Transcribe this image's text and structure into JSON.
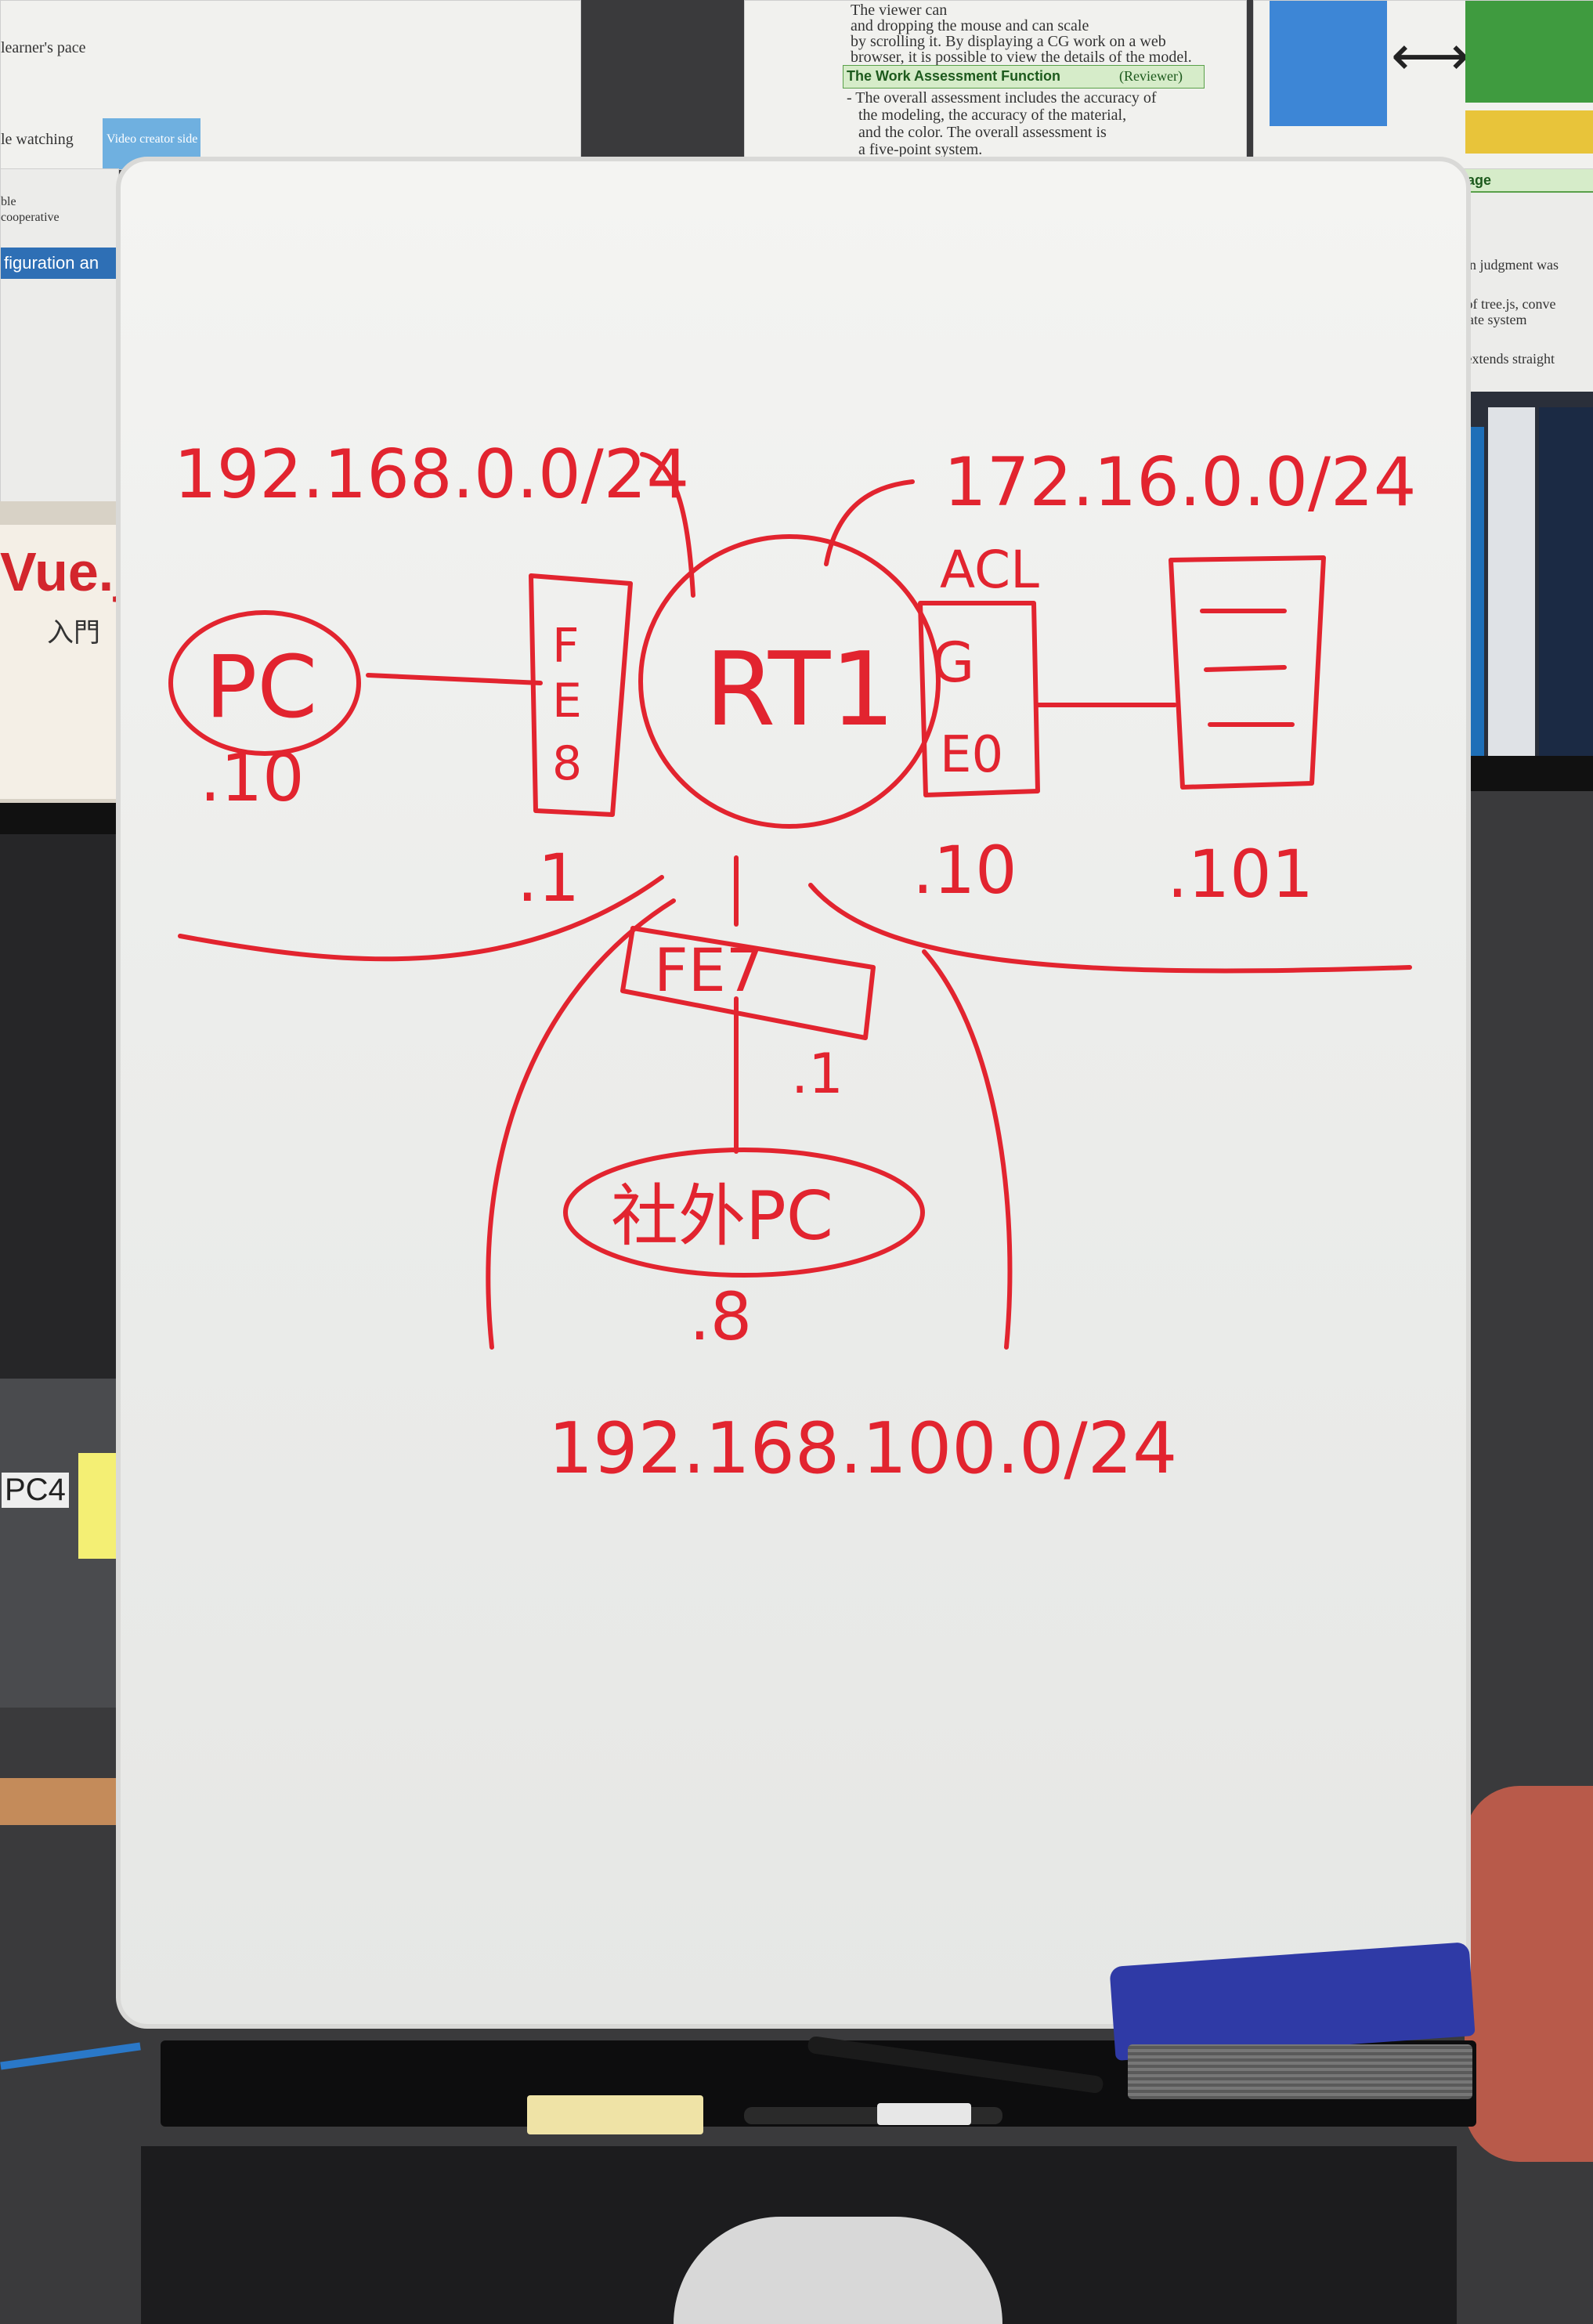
{
  "background_posters": {
    "left_fragments": [
      "learner's pace",
      "le watching",
      "ble",
      "cooperative",
      "Video creator side",
      "figuration an"
    ],
    "center_lines": [
      "The viewer can",
      "and dropping the mouse and can scale",
      "by scrolling it. By displaying a CG work on a web",
      "browser, it is possible to view the details of the model."
    ],
    "center_heading": "The Work Assessment Function",
    "center_heading_tag": "(Reviewer)",
    "center_body": [
      "- The overall assessment includes the accuracy of",
      "the modeling, the accuracy of the material,",
      "and the color. The overall assessment is",
      "a five-point system."
    ],
    "right_fragment_heading": "b Page",
    "right_fragments": [
      "lision judgment was",
      "ass of tree.js, conve",
      "rdinate system",
      "hat extends straight"
    ]
  },
  "book_label": "Vue.js",
  "book_sub": "入門",
  "sticky_note": "PC4",
  "whiteboard": {
    "network_left": "192.168.0.0/24",
    "network_right": "172.16.0.0/24",
    "network_bottom": "192.168.100.0/24",
    "pc_label": "PC",
    "pc_host": ".10",
    "router_label": "RT1",
    "if_fe8": "FE8",
    "if_fe8_host": ".1",
    "acl_label": "ACL",
    "if_ge0": "GE0",
    "if_ge0_host": ".10",
    "server_host": ".101",
    "if_fe7": "FE7",
    "if_fe7_host": ".1",
    "external_pc": "社外PC",
    "external_pc_host": ".8"
  },
  "colors": {
    "marker_ink": "#e2242f",
    "board": "#efefed",
    "eraser": "#2f3aa6"
  }
}
